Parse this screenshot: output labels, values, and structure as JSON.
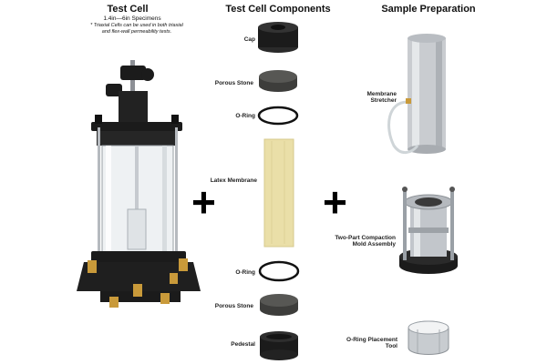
{
  "sections": {
    "test_cell": {
      "title": "Test Cell",
      "subtitle": "1.4in—6in Specimens",
      "note": "* Triaxial Cells can be used in both triaxial and flex-wall permeability tests."
    },
    "components": {
      "title": "Test Cell Components",
      "items": [
        "Cap",
        "Porous Stone",
        "O-Ring",
        "Latex Membrane",
        "O-Ring",
        "Porous Stone",
        "Pedestal"
      ]
    },
    "sample_prep": {
      "title": "Sample Preparation",
      "items": [
        "Membrane Stretcher",
        "Two-Part Compaction Mold Assembly",
        "O-Ring Placement Tool"
      ]
    }
  },
  "colors": {
    "background": "#ffffff",
    "text": "#111111",
    "black_part": "#1b1b1b",
    "porous_stone": "#4a4a48",
    "membrane": "#eadfa8",
    "steel": "#c9ccd0",
    "brass": "#c99a3a"
  }
}
